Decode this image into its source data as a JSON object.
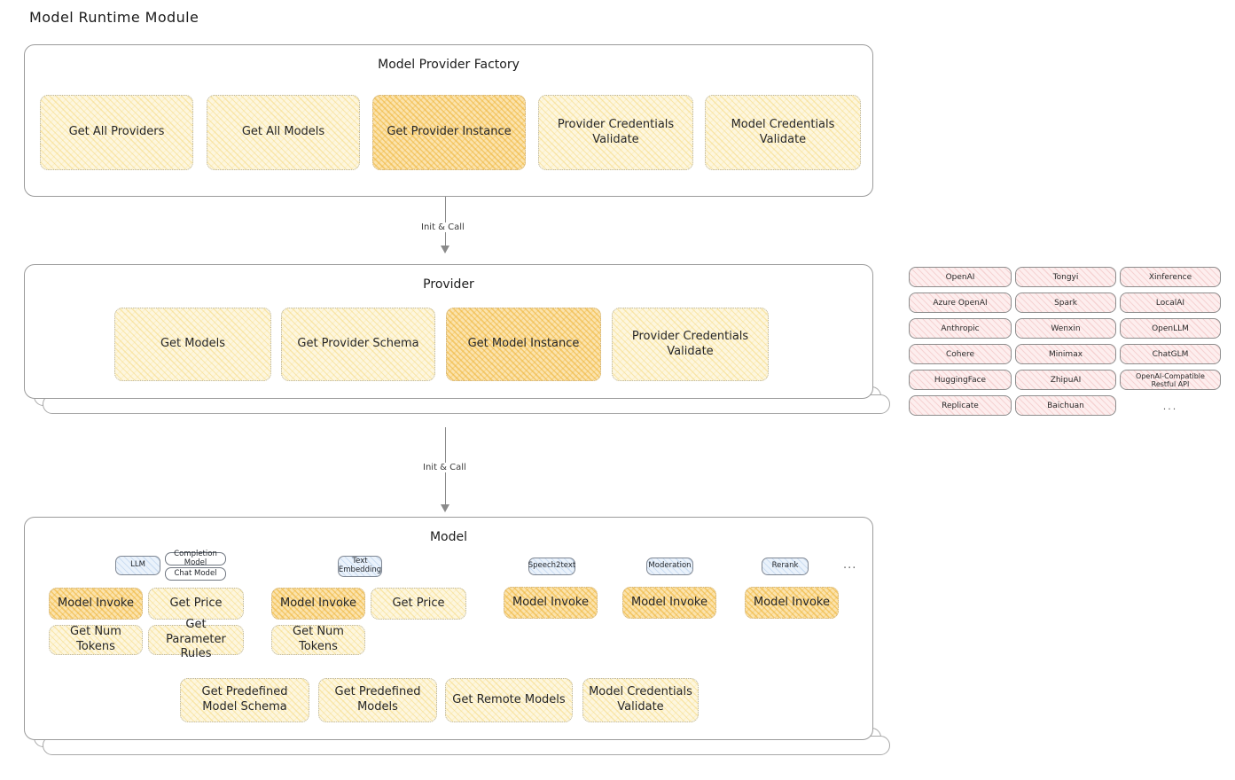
{
  "page": {
    "title": "Model Runtime Module"
  },
  "factory": {
    "title": "Model Provider Factory",
    "methods": [
      {
        "label": "Get All Providers",
        "highlight": false
      },
      {
        "label": "Get All Models",
        "highlight": false
      },
      {
        "label": "Get Provider Instance",
        "highlight": true
      },
      {
        "label": "Provider Credentials Validate",
        "highlight": false
      },
      {
        "label": "Model Credentials Validate",
        "highlight": false
      }
    ]
  },
  "arrow1": {
    "label": "Init & Call"
  },
  "provider": {
    "title": "Provider",
    "methods": [
      {
        "label": "Get Models",
        "highlight": false
      },
      {
        "label": "Get Provider Schema",
        "highlight": false
      },
      {
        "label": "Get Model Instance",
        "highlight": true
      },
      {
        "label": "Provider Credentials Validate",
        "highlight": false
      }
    ]
  },
  "provider_list": {
    "columns": [
      [
        "OpenAI",
        "Azure OpenAI",
        "Anthropic",
        "Cohere",
        "HuggingFace",
        "Replicate"
      ],
      [
        "Tongyi",
        "Spark",
        "Wenxin",
        "Minimax",
        "ZhipuAI",
        "Baichuan"
      ],
      [
        "Xinference",
        "LocalAI",
        "OpenLLM",
        "ChatGLM",
        "OpenAI-Compatible Restful API"
      ]
    ],
    "more": "..."
  },
  "arrow2": {
    "label": "Init & Call"
  },
  "model": {
    "title": "Model",
    "more": "...",
    "types": [
      {
        "name": "LLM",
        "sub": [
          "Completion Model",
          "Chat Model"
        ],
        "methods": [
          {
            "label": "Model Invoke",
            "highlight": true
          },
          {
            "label": "Get Price",
            "highlight": false
          },
          {
            "label": "Get Num Tokens",
            "highlight": false
          },
          {
            "label": "Get Parameter Rules",
            "highlight": false
          }
        ]
      },
      {
        "name": "Text Embedding",
        "sub": [],
        "methods": [
          {
            "label": "Model Invoke",
            "highlight": true
          },
          {
            "label": "Get Price",
            "highlight": false
          },
          {
            "label": "Get Num Tokens",
            "highlight": false
          }
        ]
      },
      {
        "name": "Speech2text",
        "sub": [],
        "methods": [
          {
            "label": "Model Invoke",
            "highlight": true
          }
        ]
      },
      {
        "name": "Moderation",
        "sub": [],
        "methods": [
          {
            "label": "Model Invoke",
            "highlight": true
          }
        ]
      },
      {
        "name": "Rerank",
        "sub": [],
        "methods": [
          {
            "label": "Model Invoke",
            "highlight": true
          }
        ]
      }
    ],
    "common_methods": [
      {
        "label": "Get Predefined Model Schema"
      },
      {
        "label": "Get Predefined Models"
      },
      {
        "label": "Get Remote Models"
      },
      {
        "label": "Model Credentials Validate"
      }
    ]
  },
  "colors": {
    "fill_light": "#fdf6de",
    "fill_strong": "#fbe3ad",
    "fill_pink": "#fdeeee",
    "fill_blue": "#eaf2fb",
    "border": "#9b9b9b",
    "text": "#232323"
  }
}
